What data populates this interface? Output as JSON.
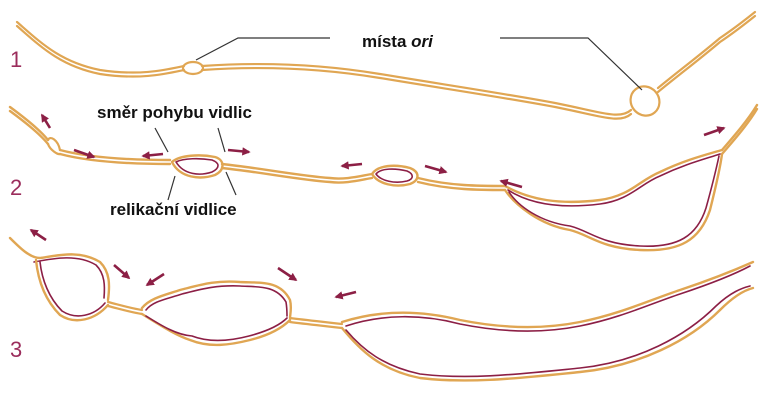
{
  "stages": [
    {
      "number": "1"
    },
    {
      "number": "2"
    },
    {
      "number": "3"
    }
  ],
  "labels": {
    "ori_sites_prefix": "místa",
    "ori_sites_italic": "ori",
    "fork_direction": "směr pohybu vidlic",
    "replication_fork": "relikační vidlice"
  },
  "colors": {
    "dna_strand": "#e0a653",
    "new_strand": "#8c1f45",
    "arrow": "#8c1f45",
    "stage_number": "#9b2d5c",
    "pointer_line": "#333333"
  }
}
